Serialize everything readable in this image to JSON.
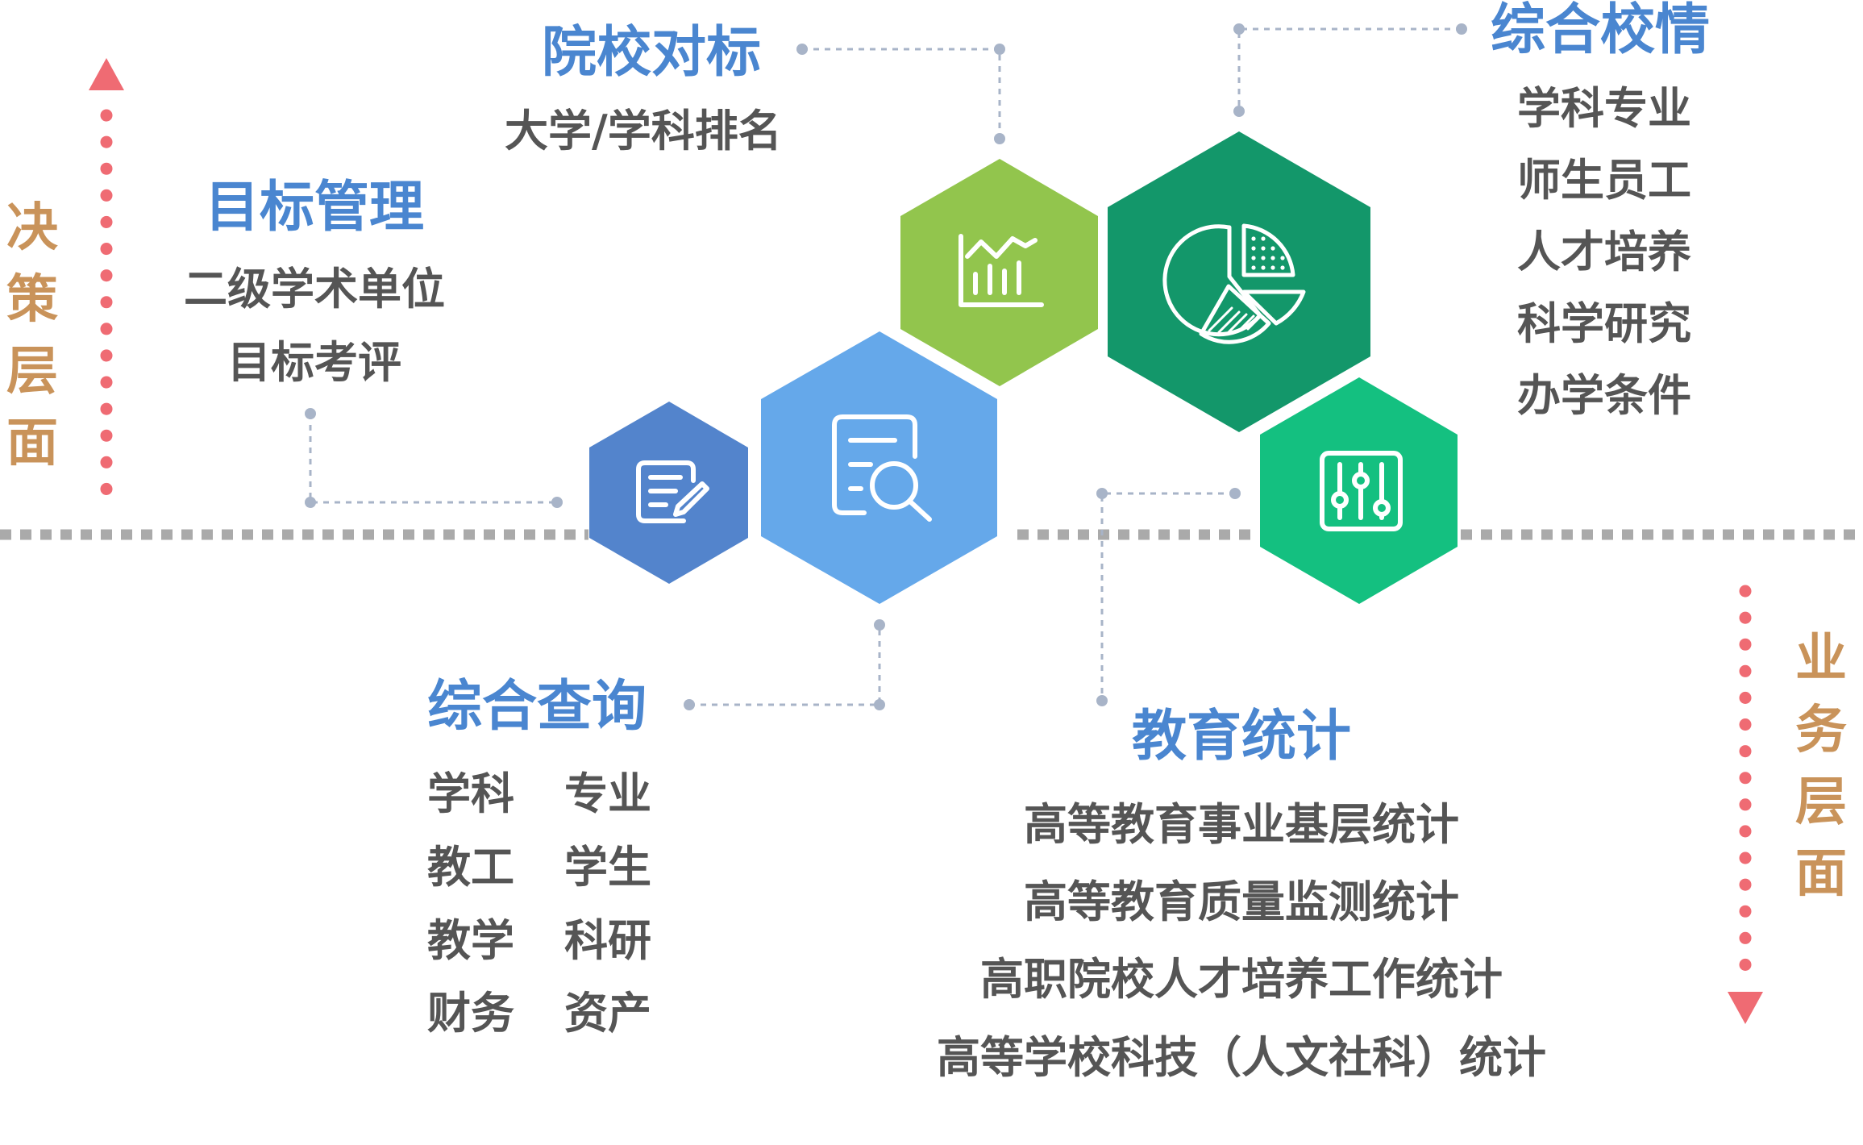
{
  "colors": {
    "title": "#4a86d0",
    "item": "#555555",
    "level": "#c9935a",
    "arrow": "#ef6b73",
    "divider": "#aaaaaa",
    "leader": "#a8b4c8",
    "hex_edit": "#5384cc",
    "hex_search": "#65a8ea",
    "hex_chart": "#92c54d",
    "hex_pie": "#13976a",
    "hex_sliders": "#14c080"
  },
  "levels": {
    "decision": "决策层面",
    "business": "业务层面"
  },
  "modules": {
    "benchmark": {
      "title": "院校对标",
      "items": [
        "大学/学科排名"
      ]
    },
    "overview": {
      "title": "综合校情",
      "items": [
        "学科专业",
        "师生员工",
        "人才培养",
        "科学研究",
        "办学条件"
      ]
    },
    "target": {
      "title": "目标管理",
      "items": [
        "二级学术单位",
        "目标考评"
      ]
    },
    "query": {
      "title": "综合查询",
      "items": [
        "学科",
        "专业",
        "教工",
        "学生",
        "教学",
        "科研",
        "财务",
        "资产"
      ]
    },
    "statistics": {
      "title": "教育统计",
      "items": [
        "高等教育事业基层统计",
        "高等教育质量监测统计",
        "高职院校人才培养工作统计",
        "高等学校科技（人文社科）统计"
      ]
    }
  },
  "hexagons": [
    {
      "id": "edit",
      "icon": "edit-document-icon"
    },
    {
      "id": "search",
      "icon": "document-search-icon"
    },
    {
      "id": "chart",
      "icon": "bar-chart-icon"
    },
    {
      "id": "pie",
      "icon": "pie-chart-icon"
    },
    {
      "id": "sliders",
      "icon": "sliders-icon"
    }
  ]
}
